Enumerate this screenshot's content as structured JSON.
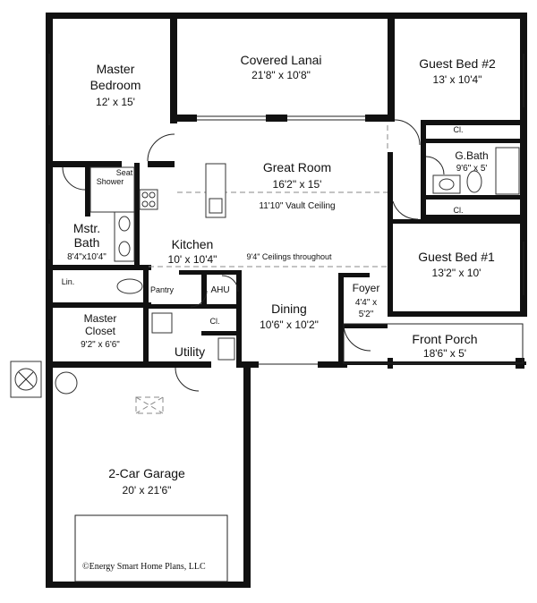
{
  "rooms": {
    "covered_lanai": {
      "name": "Covered Lanai",
      "dims": "21'8\" x 10'8\""
    },
    "master_bedroom": {
      "name_line1": "Master",
      "name_line2": "Bedroom",
      "dims": "12' x 15'"
    },
    "guest_bed_2": {
      "name": "Guest Bed #2",
      "dims": "13' x 10'4\""
    },
    "great_room": {
      "name": "Great Room",
      "dims": "16'2\" x 15'",
      "note": "11'10\" Vault Ceiling"
    },
    "g_bath": {
      "name": "G.Bath",
      "dims": "9'6\" x 5'"
    },
    "closet_upper": {
      "name": "Cl."
    },
    "closet_lower": {
      "name": "Cl."
    },
    "seat": {
      "name": "Seat"
    },
    "shower": {
      "name": "Shower"
    },
    "mstr_bath": {
      "name_line1": "Mstr.",
      "name_line2": "Bath",
      "dims": "8'4\"x10'4\""
    },
    "kitchen": {
      "name": "Kitchen",
      "dims": "10' x 10'4\""
    },
    "ceiling_note": "9'4\" Ceilings throughout",
    "guest_bed_1": {
      "name": "Guest Bed #1",
      "dims": "13'2\" x 10'"
    },
    "lin": {
      "name": "Lin."
    },
    "pantry": {
      "name": "Pantry"
    },
    "ahu": {
      "name": "AHU"
    },
    "foyer": {
      "name": "Foyer",
      "dims_line1": "4'4\" x",
      "dims_line2": "5'2\""
    },
    "master_closet": {
      "name_line1": "Master",
      "name_line2": "Closet",
      "dims": "9'2\" x 6'6\""
    },
    "closet_utility": {
      "name": "Cl."
    },
    "dining": {
      "name": "Dining",
      "dims": "10'6\" x 10'2\""
    },
    "front_porch": {
      "name": "Front Porch",
      "dims": "18'6\" x 5'"
    },
    "utility": {
      "name": "Utility"
    },
    "garage": {
      "name": "2-Car Garage",
      "dims": "20' x 21'6\""
    }
  },
  "copyright": "©Energy Smart Home Plans, LLC"
}
